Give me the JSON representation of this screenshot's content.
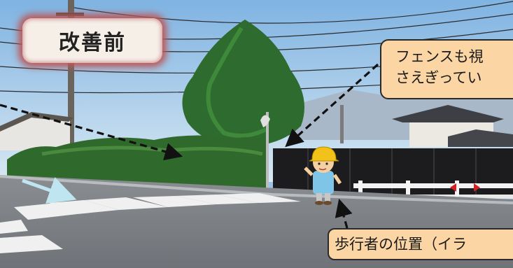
{
  "labels": {
    "before": "改善前",
    "callout_top_line1": "フェンスも視",
    "callout_top_line2": "さえぎってい",
    "callout_bottom": "歩行者の位置（イラ"
  },
  "icons": {
    "pedestrian": "child-pedestrian-icon",
    "arrow": "dashed-arrow-icon"
  },
  "colors": {
    "callout_fill": "#fbd6a4",
    "before_glow": "#b85a5a",
    "crosswalk": "#f2f2f2",
    "helmet": "#f3c21a"
  }
}
